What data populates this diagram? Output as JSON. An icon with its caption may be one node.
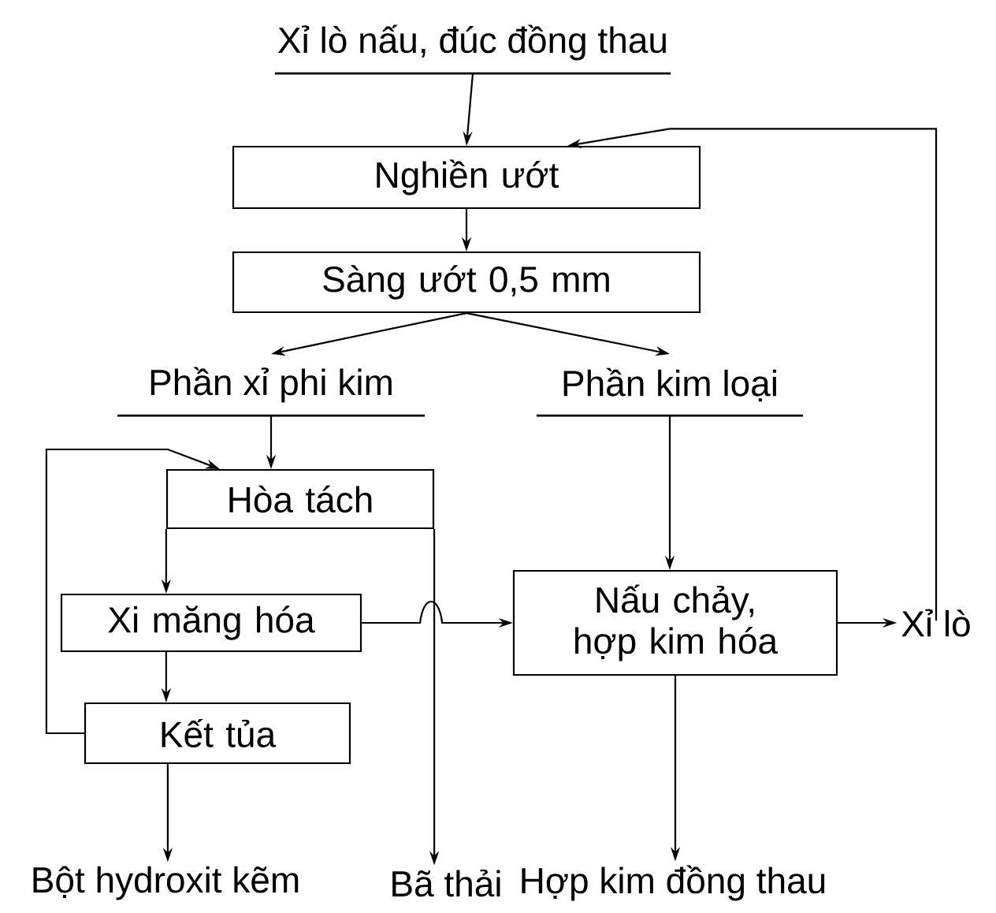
{
  "diagram": {
    "nodes": [
      {
        "text": [
          "Xỉ lò nấu, đúc đồng thau"
        ]
      },
      {
        "text": [
          "Nghiền ướt"
        ]
      },
      {
        "text": [
          "Sàng ướt 0,5 mm"
        ]
      },
      {
        "text": [
          "Phần xỉ phi kim"
        ]
      },
      {
        "text": [
          "Phần kim loại"
        ]
      },
      {
        "text": [
          "Hòa tách"
        ]
      },
      {
        "text": [
          "Xi măng hóa"
        ]
      },
      {
        "text": [
          "Kết tủa"
        ]
      },
      {
        "text": [
          "Nấu chảy, hợp kim hóa"
        ]
      },
      {
        "text": [
          "Xỉ lò"
        ]
      },
      {
        "text": [
          "Bột hydroxit kẽm"
        ]
      },
      {
        "text": [
          "Bã thải"
        ]
      },
      {
        "text": [
          "Hợp kim đồng thau"
        ]
      }
    ],
    "edges": [
      {
        "from": 0,
        "to": 1,
        "arrow": "to"
      },
      {
        "from": 1,
        "to": 2,
        "arrow": "to"
      },
      {
        "from": 2,
        "to": 3,
        "arrow": "to"
      },
      {
        "from": 2,
        "to": 4,
        "arrow": "to"
      },
      {
        "from": 3,
        "to": 5,
        "arrow": "to"
      },
      {
        "from": 4,
        "to": 8,
        "arrow": "to"
      },
      {
        "from": 5,
        "to": 6,
        "arrow": "to"
      },
      {
        "from": 6,
        "to": 7,
        "arrow": "to"
      },
      {
        "from": 7,
        "to": 5,
        "arrow": "to"
      },
      {
        "from": 6,
        "to": 8,
        "arrow": "to"
      },
      {
        "from": 5,
        "to": 11,
        "arrow": "to"
      },
      {
        "from": 7,
        "to": 10,
        "arrow": "to"
      },
      {
        "from": 8,
        "to": 12,
        "arrow": "to"
      },
      {
        "from": 8,
        "to": 9,
        "arrow": "to"
      },
      {
        "from": 9,
        "to": 1,
        "arrow": "to"
      }
    ]
  }
}
